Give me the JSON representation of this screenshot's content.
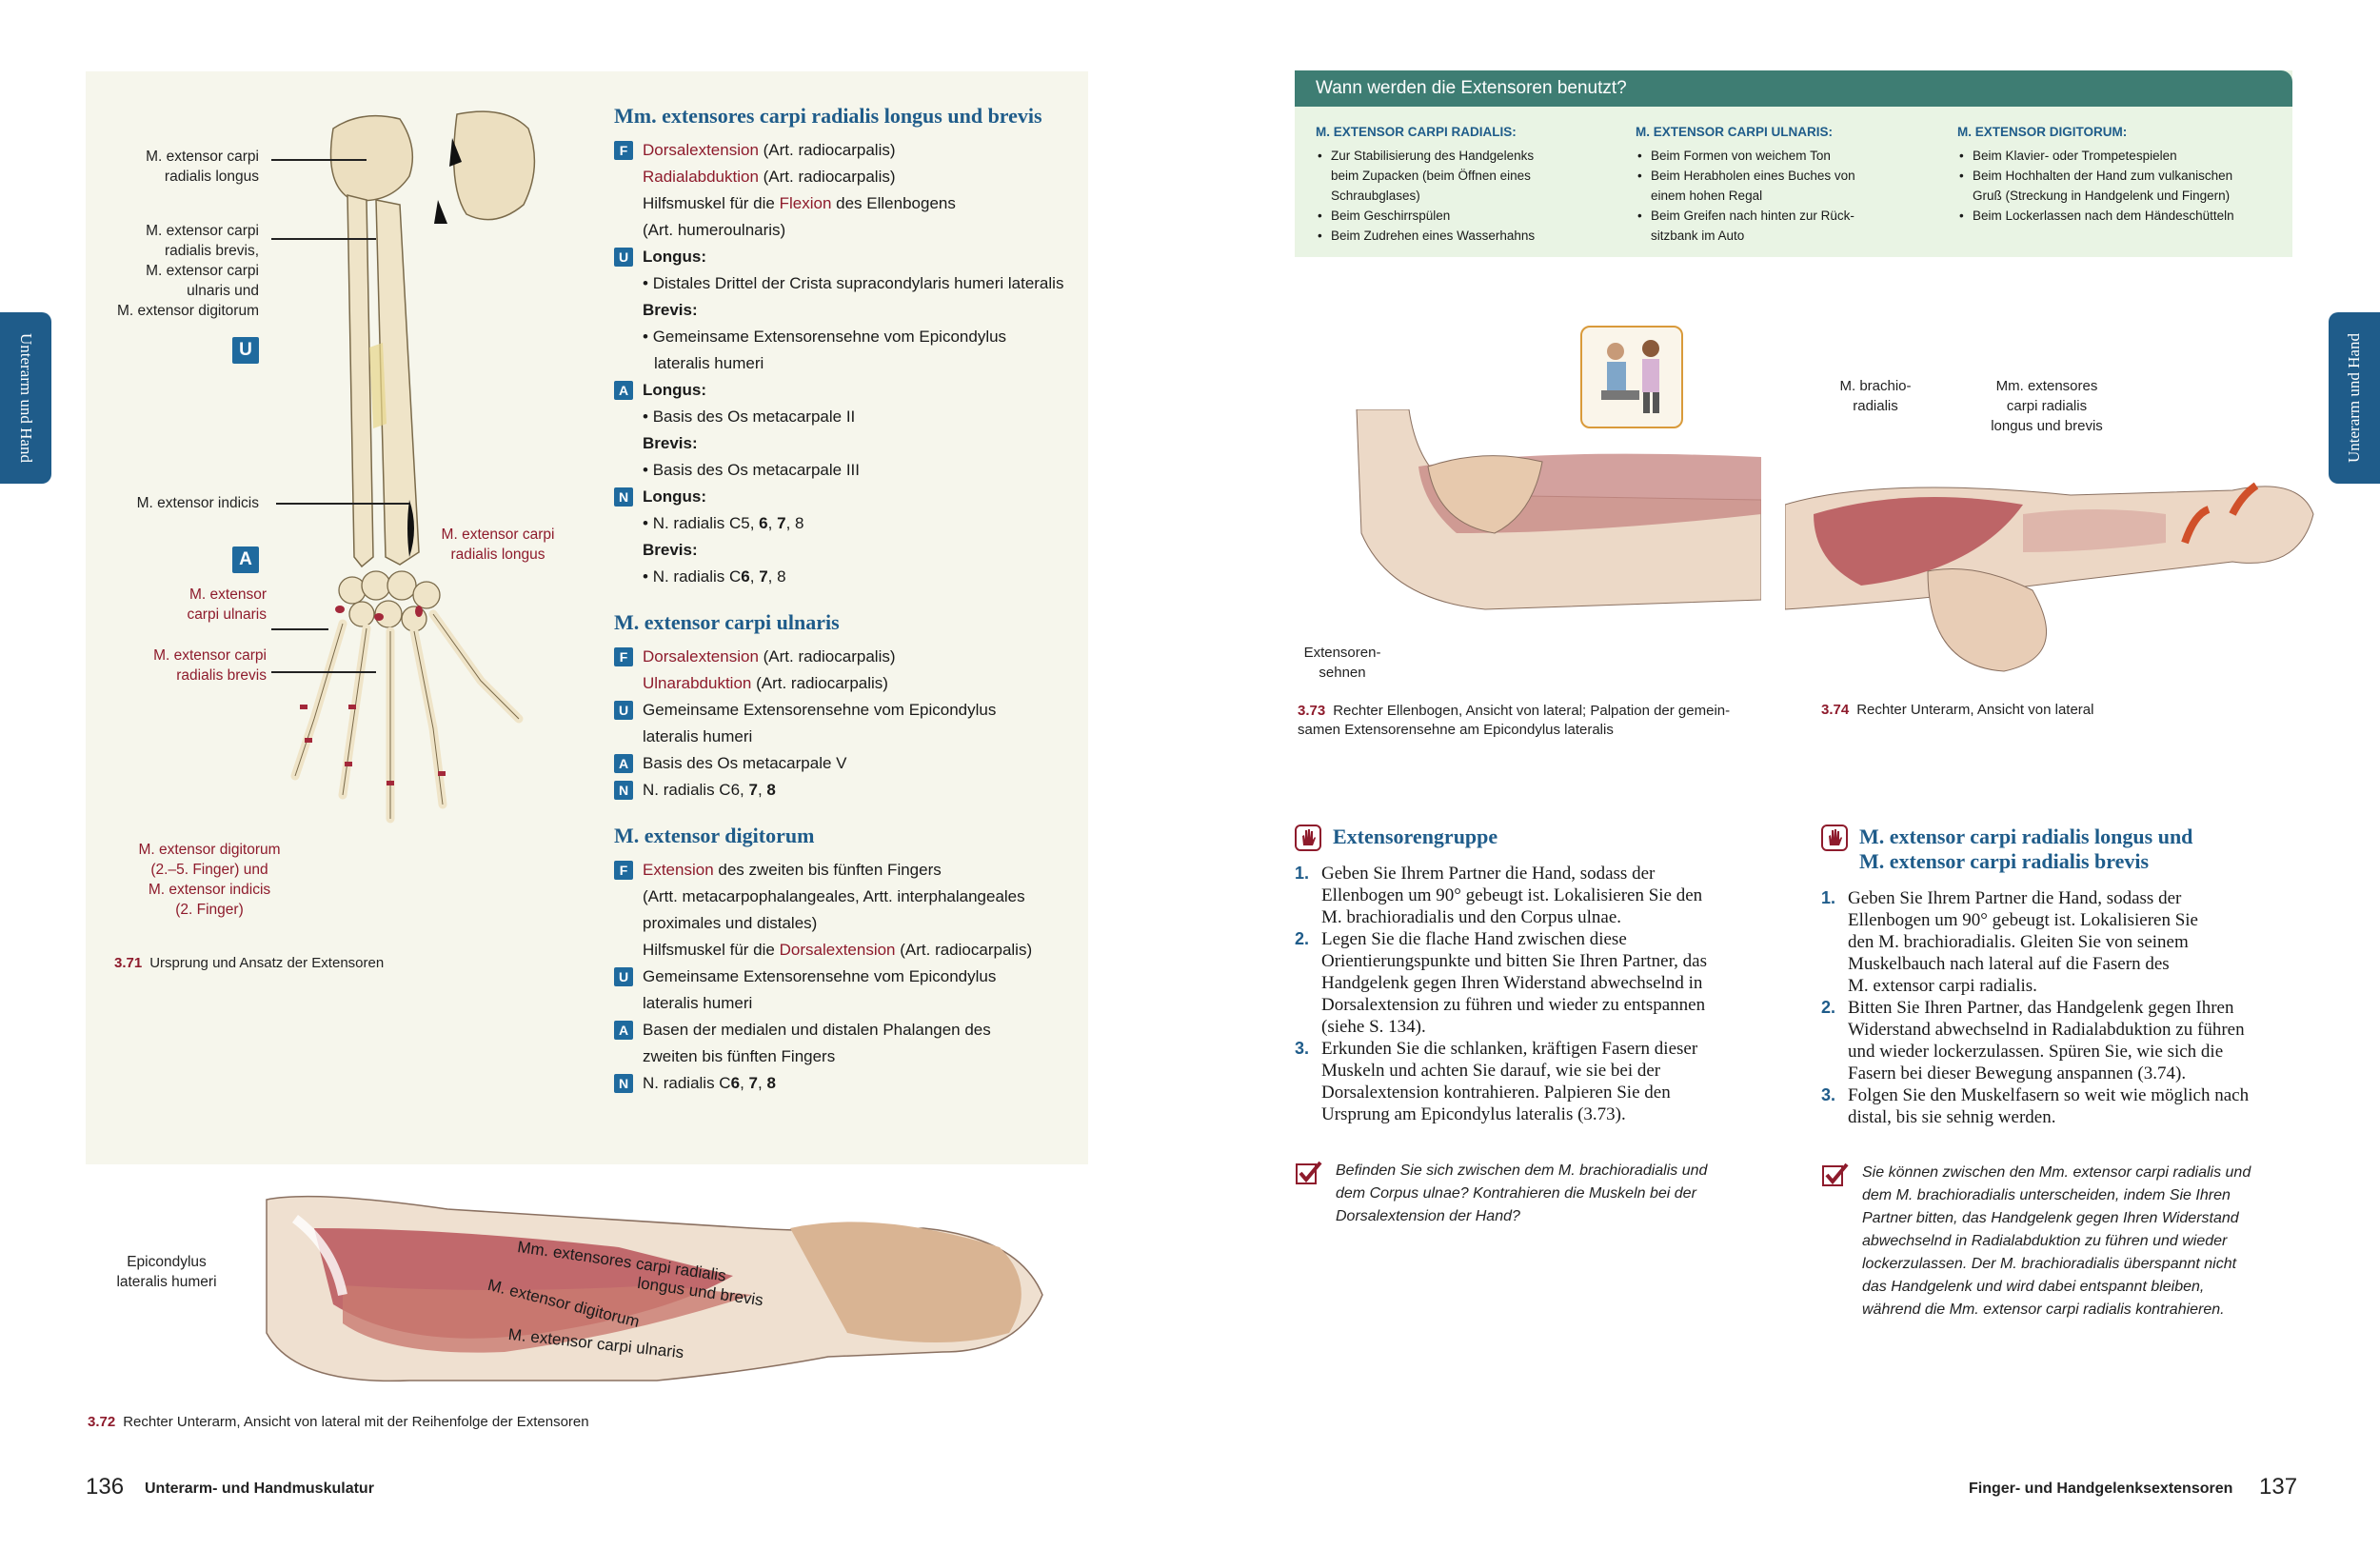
{
  "side_tab": "Unterarm und Hand",
  "left": {
    "section1": {
      "title": "Mm. extensores carpi radialis longus und brevis",
      "F1": "Dorsalextension",
      "F1b": " (Art. radiocarpalis)",
      "F2": "Radialabduktion",
      "F2b": " (Art. radiocarpalis)",
      "F3a": "Hilfsmuskel für die ",
      "F3b": "Flexion",
      "F3c": " des Ellenbogens",
      "F4": "(Art. humeroulnaris)",
      "U_longus": "Longus:",
      "U_longus_v": "Distales Drittel der Crista supracondylaris humeri lateralis",
      "U_brevis": "Brevis:",
      "U_brevis_v1": "Gemeinsame Extensorensehne vom Epicondylus",
      "U_brevis_v2": "lateralis humeri",
      "A_longus": "Longus:",
      "A_longus_v": "Basis des Os metacarpale II",
      "A_brevis": "Brevis:",
      "A_brevis_v": "Basis des Os metacarpale III",
      "N_longus": "Longus:",
      "N_longus_v": "N. radialis C5, ",
      "N_longus_b": "6",
      "N_longus_c": ", ",
      "N_longus_d": "7",
      "N_longus_e": ", 8",
      "N_brevis": "Brevis:",
      "N_brevis_v": "N. radialis C",
      "N_brevis_b": "6",
      "N_brevis_c": ", ",
      "N_brevis_d": "7",
      "N_brevis_e": ", 8"
    },
    "section2": {
      "title": "M. extensor carpi ulnaris",
      "F1": "Dorsalextension",
      "F1b": " (Art. radiocarpalis)",
      "F2": "Ulnarabduktion",
      "F2b": " (Art. radiocarpalis)",
      "U1": "Gemeinsame Extensorensehne vom Epicondylus",
      "U2": "lateralis humeri",
      "A": "Basis des Os metacarpale V",
      "N_a": "N. radialis C6, ",
      "N_b": "7",
      "N_c": ", ",
      "N_d": "8"
    },
    "section3": {
      "title": "M. extensor digitorum",
      "F1a": "Extension",
      "F1b": " des zweiten bis fünften Fingers",
      "F2": "(Artt. metacarpophalangeales, Artt. interphalangeales",
      "F3": "proximales und distales)",
      "F4a": "Hilfsmuskel für die ",
      "F4b": "Dorsalextension",
      "F4c": " (Art. radiocarpalis)",
      "U1": "Gemeinsame Extensorensehne vom Epicondylus",
      "U2": "lateralis humeri",
      "A1": "Basen der medialen und distalen Phalangen des",
      "A2": "zweiten bis fünften Fingers",
      "N_a": "N. radialis C",
      "N_b": "6",
      "N_c": ", ",
      "N_d": "7",
      "N_e": ", ",
      "N_f": "8"
    },
    "badges": {
      "F": "F",
      "U": "U",
      "A": "A",
      "N": "N"
    },
    "fig371": {
      "labels": {
        "ecrl": [
          "M. extensor carpi",
          "radialis longus"
        ],
        "ecrb": [
          "M. extensor carpi",
          "radialis brevis,",
          "M. extensor carpi",
          "ulnaris und",
          "M. extensor digitorum"
        ],
        "indicis": "M. extensor indicis",
        "ecrl_red": [
          "M. extensor carpi",
          "radialis longus"
        ],
        "ecu_red": [
          "M. extensor",
          "carpi ulnaris"
        ],
        "ecrb_red": [
          "M. extensor carpi",
          "radialis brevis"
        ],
        "digit_red": [
          "M. extensor digitorum",
          "(2.–5. Finger) und",
          "M. extensor indicis",
          "(2. Finger)"
        ]
      },
      "num": "3.71",
      "caption": "Ursprung und Ansatz der Extensoren"
    },
    "fig372": {
      "label": [
        "Epicondylus",
        "lateralis humeri"
      ],
      "overlay1": "Mm. extensores carpi radialis",
      "overlay2": "longus und brevis",
      "overlay3": "M. extensor digitorum",
      "overlay4": "M. extensor carpi ulnaris",
      "num": "3.72",
      "caption": "Rechter Unterarm, Ansicht von lateral mit der Reihenfolge der Extensoren"
    },
    "footer": "Unterarm- und Handmuskulatur",
    "page": "136"
  },
  "right": {
    "info": {
      "title": "Wann werden die Extensoren benutzt?",
      "cols": [
        {
          "head": "M. EXTENSOR CARPI RADIALIS:",
          "items": [
            "Zur Stabilisierung des Handgelenks",
            "beim Zupacken (beim Öffnen eines",
            "Schraubglases)",
            "Beim Geschirrspülen",
            "Beim Zudrehen eines Wasserhahns"
          ]
        },
        {
          "head": "M. EXTENSOR CARPI ULNARIS:",
          "items": [
            "Beim Formen von weichem Ton",
            "Beim Herabholen eines Buches von",
            "einem hohen Regal",
            "Beim Greifen nach hinten zur Rück-",
            "sitzbank im Auto"
          ]
        },
        {
          "head": "M. EXTENSOR DIGITORUM:",
          "items": [
            "Beim Klavier- oder Trompetespielen",
            "Beim Hochhalten der Hand zum vulkanischen",
            "Gruß (Streckung in Handgelenk und Fingern)",
            "Beim Lockerlassen nach dem Händeschütteln"
          ]
        }
      ]
    },
    "fig373": {
      "label": [
        "Extensoren-",
        "sehnen"
      ],
      "num": "3.73",
      "caption1": "Rechter Ellenbogen, Ansicht von lateral; Palpation der gemein-",
      "caption2": "samen Extensorensehne am Epicondylus lateralis"
    },
    "fig374": {
      "label1": [
        "M. brachio-",
        "radialis"
      ],
      "label2": [
        "Mm. extensores",
        "carpi radialis",
        "longus und brevis"
      ],
      "num": "3.74",
      "caption": "Rechter Unterarm, Ansicht von lateral"
    },
    "task1": {
      "title": "Extensorengruppe",
      "steps": [
        [
          "Geben Sie Ihrem Partner die Hand, sodass der",
          "Ellenbogen um 90° gebeugt ist. Lokalisieren Sie den",
          "M. brachioradialis und den Corpus ulnae."
        ],
        [
          "Legen Sie die flache Hand zwischen diese",
          "Orientierungspunkte und bitten Sie Ihren Partner, das",
          "Handgelenk gegen Ihren Widerstand abwechselnd in",
          "Dorsalextension zu führen und wieder zu entspannen",
          "(siehe S. 134)."
        ],
        [
          "Erkunden Sie die schlanken, kräftigen Fasern dieser",
          "Muskeln und achten Sie darauf, wie sie bei der",
          "Dorsalextension kontrahieren. Palpieren Sie den",
          "Ursprung am Epicondylus lateralis (3.73)."
        ]
      ],
      "check": [
        "Befinden Sie sich zwischen dem M. brachioradialis und",
        "dem Corpus ulnae? Kontrahieren die Muskeln bei der",
        "Dorsalextension der Hand?"
      ]
    },
    "task2": {
      "title1": "M. extensor carpi radialis longus und",
      "title2": "M. extensor carpi radialis brevis",
      "steps": [
        [
          "Geben Sie Ihrem Partner die Hand, sodass der",
          "Ellenbogen um 90° gebeugt ist. Lokalisieren Sie",
          "den M. brachioradialis. Gleiten Sie von seinem",
          "Muskelbauch nach lateral auf die Fasern des",
          "M. extensor carpi radialis."
        ],
        [
          "Bitten Sie Ihren Partner, das Handgelenk gegen Ihren",
          "Widerstand abwechselnd in Radialabduktion zu führen",
          "und wieder lockerzulassen. Spüren Sie, wie sich die",
          "Fasern bei dieser Bewegung anspannen (3.74)."
        ],
        [
          "Folgen Sie den Muskelfasern so weit wie möglich nach",
          "distal, bis sie sehnig werden."
        ]
      ],
      "check": [
        "Sie können zwischen den Mm. extensor carpi radialis und",
        "dem M. brachioradialis unterscheiden, indem Sie Ihren",
        "Partner bitten, das Handgelenk gegen Ihren Widerstand",
        "abwechselnd in Radialabduktion zu führen und wieder",
        "lockerzulassen. Der M. brachioradialis überspannt nicht",
        "das Handgelenk und wird dabei entspannt bleiben,",
        "während die Mm. extensor carpi radialis kontrahieren."
      ]
    },
    "step_nums": [
      "1.",
      "2.",
      "3."
    ],
    "footer": "Finger- und Handgelenksextensoren",
    "page": "137"
  }
}
